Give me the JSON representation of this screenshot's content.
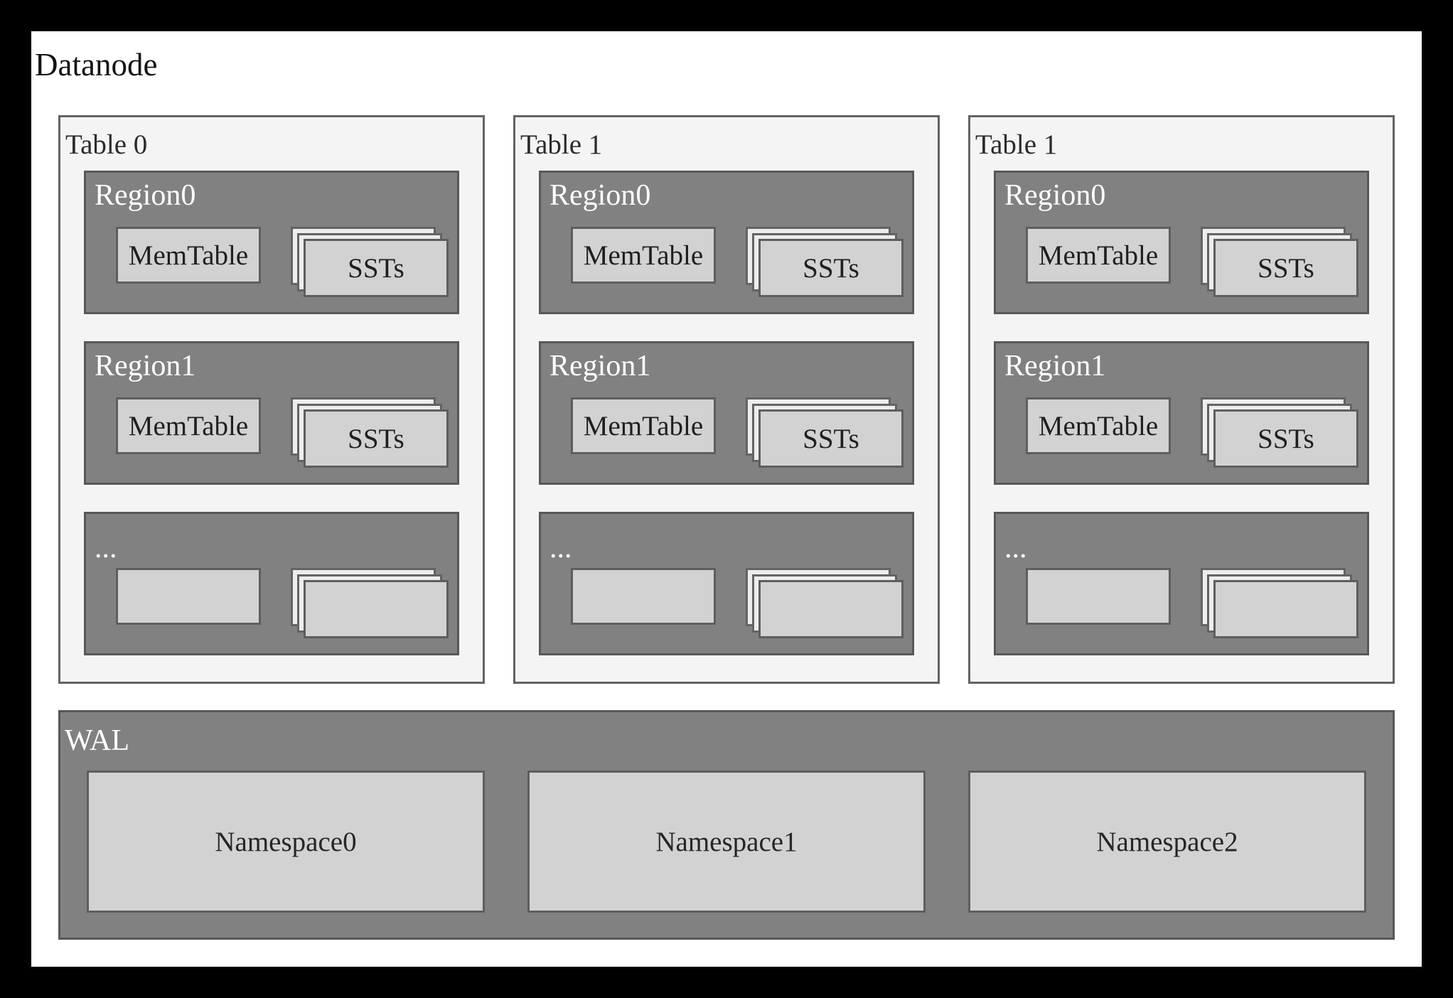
{
  "diagram": {
    "title": "Datanode",
    "tables": [
      {
        "label": "Table 0",
        "regions": [
          {
            "label": "Region0",
            "memtable_label": "MemTable",
            "ssts_label": "SSTs"
          },
          {
            "label": "Region1",
            "memtable_label": "MemTable",
            "ssts_label": "SSTs"
          },
          {
            "label": "...",
            "memtable_label": "",
            "ssts_label": ""
          }
        ]
      },
      {
        "label": "Table 1",
        "regions": [
          {
            "label": "Region0",
            "memtable_label": "MemTable",
            "ssts_label": "SSTs"
          },
          {
            "label": "Region1",
            "memtable_label": "MemTable",
            "ssts_label": "SSTs"
          },
          {
            "label": "...",
            "memtable_label": "",
            "ssts_label": ""
          }
        ]
      },
      {
        "label": "Table 1",
        "regions": [
          {
            "label": "Region0",
            "memtable_label": "MemTable",
            "ssts_label": "SSTs"
          },
          {
            "label": "Region1",
            "memtable_label": "MemTable",
            "ssts_label": "SSTs"
          },
          {
            "label": "...",
            "memtable_label": "",
            "ssts_label": ""
          }
        ]
      }
    ],
    "wal": {
      "label": "WAL",
      "namespaces": [
        "Namespace0",
        "Namespace1",
        "Namespace2"
      ]
    },
    "colors": {
      "frame": "#000000",
      "canvas": "#ffffff",
      "table_fill": "#f4f4f4",
      "table_border": "#636363",
      "region_fill": "#818181",
      "region_border": "#585858",
      "light_box_fill": "#d2d2d2",
      "light_box_border": "#5e5e5e",
      "sst_back_fill": "#ededed",
      "label_on_dark": "#ffffff",
      "label_on_light": "#1f1f1f"
    }
  }
}
